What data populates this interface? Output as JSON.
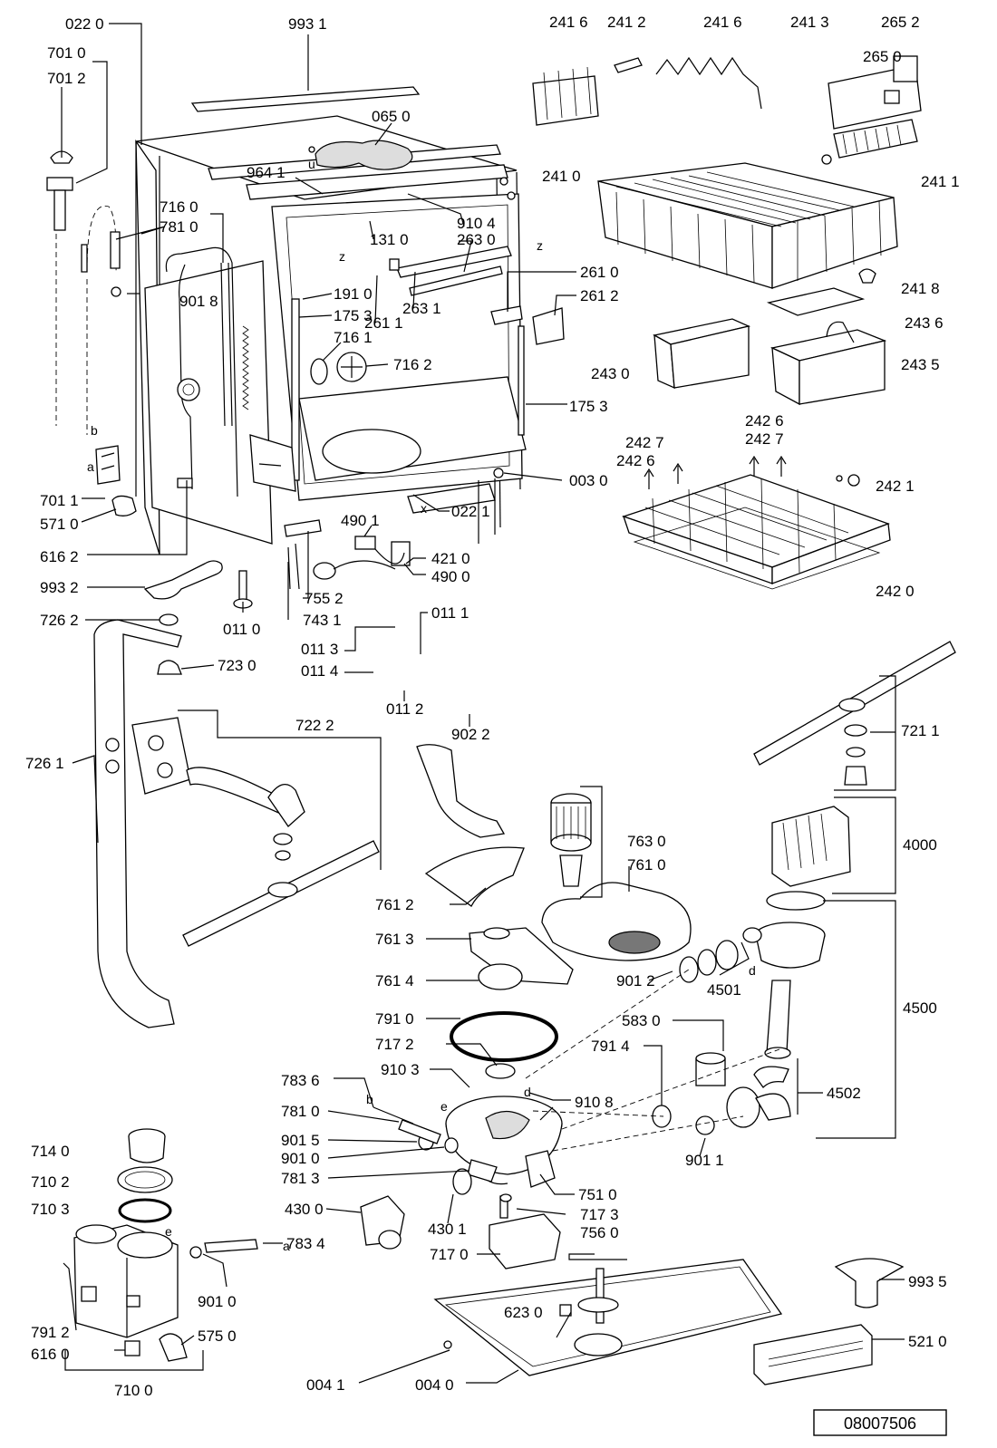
{
  "diagram_code": "08007506",
  "labels": [
    {
      "text": "022 0"
    },
    {
      "text": "993 1"
    },
    {
      "text": "701 0"
    },
    {
      "text": "701 2"
    },
    {
      "text": "065 0"
    },
    {
      "text": "964 1"
    },
    {
      "text": "716 0"
    },
    {
      "text": "781 0"
    },
    {
      "text": "910 4"
    },
    {
      "text": "131 0"
    },
    {
      "text": "263 0"
    },
    {
      "text": "261 0"
    },
    {
      "text": "263 1"
    },
    {
      "text": "261 1"
    },
    {
      "text": "261 2"
    },
    {
      "text": "901 8"
    },
    {
      "text": "191 0"
    },
    {
      "text": "175 3"
    },
    {
      "text": "716 1"
    },
    {
      "text": "716 2"
    },
    {
      "text": "175 3"
    },
    {
      "text": "003 0"
    },
    {
      "text": "701 1"
    },
    {
      "text": "571 0"
    },
    {
      "text": "022 1"
    },
    {
      "text": "490 1"
    },
    {
      "text": "421 0"
    },
    {
      "text": "490 0"
    },
    {
      "text": "616 2"
    },
    {
      "text": "993 2"
    },
    {
      "text": "755 2"
    },
    {
      "text": "743 1"
    },
    {
      "text": "011 0"
    },
    {
      "text": "726 2"
    },
    {
      "text": "011 1"
    },
    {
      "text": "723 0"
    },
    {
      "text": "011 3"
    },
    {
      "text": "011 4"
    },
    {
      "text": "011 2"
    },
    {
      "text": "902 2"
    },
    {
      "text": "241 6"
    },
    {
      "text": "241 2"
    },
    {
      "text": "241 6"
    },
    {
      "text": "241 3"
    },
    {
      "text": "265 2"
    },
    {
      "text": "265 0"
    },
    {
      "text": "241 0"
    },
    {
      "text": "241 1"
    },
    {
      "text": "241 8"
    },
    {
      "text": "243 6"
    },
    {
      "text": "243 0"
    },
    {
      "text": "243 5"
    },
    {
      "text": "242 7"
    },
    {
      "text": "242 6"
    },
    {
      "text": "242 6"
    },
    {
      "text": "242 7"
    },
    {
      "text": "242 1"
    },
    {
      "text": "242 0"
    },
    {
      "text": "721 1"
    },
    {
      "text": "722 2"
    },
    {
      "text": "726 1"
    },
    {
      "text": "763 0"
    },
    {
      "text": "761 0"
    },
    {
      "text": "4000"
    },
    {
      "text": "761 2"
    },
    {
      "text": "761 3"
    },
    {
      "text": "901 2"
    },
    {
      "text": "4501"
    },
    {
      "text": "761 4"
    },
    {
      "text": "4500"
    },
    {
      "text": "791 0"
    },
    {
      "text": "583 0"
    },
    {
      "text": "791 4"
    },
    {
      "text": "717 2"
    },
    {
      "text": "910 3"
    },
    {
      "text": "910 8"
    },
    {
      "text": "783 6"
    },
    {
      "text": "4502"
    },
    {
      "text": "781 0"
    },
    {
      "text": "714 0"
    },
    {
      "text": "901 5"
    },
    {
      "text": "901 0"
    },
    {
      "text": "901 1"
    },
    {
      "text": "710 2"
    },
    {
      "text": "781 3"
    },
    {
      "text": "751 0"
    },
    {
      "text": "710 3"
    },
    {
      "text": "430 0"
    },
    {
      "text": "717 3"
    },
    {
      "text": "783 4"
    },
    {
      "text": "430 1"
    },
    {
      "text": "756 0"
    },
    {
      "text": "717 0"
    },
    {
      "text": "901 0"
    },
    {
      "text": "993 5"
    },
    {
      "text": "623 0"
    },
    {
      "text": "791 2"
    },
    {
      "text": "575 0"
    },
    {
      "text": "616 0"
    },
    {
      "text": "521 0"
    },
    {
      "text": "710 0"
    },
    {
      "text": "004 1"
    },
    {
      "text": "004 0"
    }
  ],
  "marks": [
    {
      "text": "u"
    },
    {
      "text": "z"
    },
    {
      "text": "z"
    },
    {
      "text": "b"
    },
    {
      "text": "a"
    },
    {
      "text": "x"
    },
    {
      "text": "d"
    },
    {
      "text": "d"
    },
    {
      "text": "b"
    },
    {
      "text": "e"
    },
    {
      "text": "e"
    },
    {
      "text": "a"
    }
  ]
}
